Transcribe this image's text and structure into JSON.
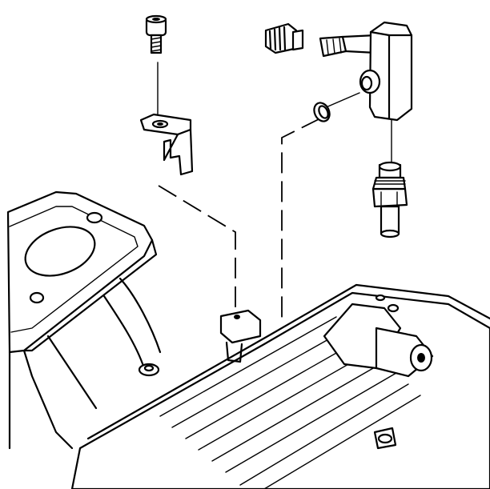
{
  "diagram": {
    "type": "exploded-assembly-illustration",
    "background_color": "#ffffff",
    "line_color": "#000000",
    "components": [
      "bolt",
      "bracket",
      "fitting",
      "connector-block",
      "washer",
      "nut",
      "sensor",
      "intake-manifold"
    ]
  }
}
